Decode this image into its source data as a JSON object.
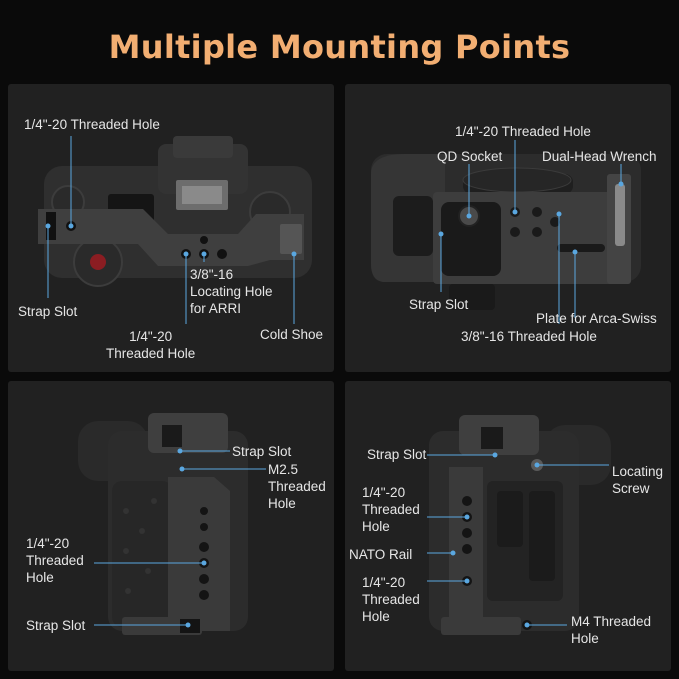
{
  "title": "Multiple Mounting Points",
  "colors": {
    "title": "#f2ae72",
    "panel": "#212121",
    "background": "#0a0a0a",
    "label": "#e6e6e6",
    "callout_line": "#5aa7e0",
    "callout_dot": "#5aa7e0"
  },
  "panels": {
    "top_view": {
      "threaded_hole_top": "1/4\"-20 Threaded Hole",
      "strap_slot": "Strap Slot",
      "threaded_hole_bottom_1": "1/4\"-20",
      "threaded_hole_bottom_2": "Threaded Hole",
      "locating_1": "3/8\"-16",
      "locating_2": "Locating Hole",
      "locating_3": "for ARRI",
      "cold_shoe": "Cold Shoe"
    },
    "bottom_view": {
      "threaded_hole_top": "1/4\"-20 Threaded Hole",
      "qd_socket": "QD Socket",
      "wrench": "Dual-Head Wrench",
      "strap_slot": "Strap Slot",
      "arca_plate": "Plate for Arca-Swiss",
      "threaded_hole_38": "3/8\"-16 Threaded Hole"
    },
    "left_side": {
      "strap_slot_top": "Strap Slot",
      "m25_1": "M2.5",
      "m25_2": "Threaded",
      "m25_3": "Hole",
      "threaded_1": "1/4\"-20",
      "threaded_2": "Threaded",
      "threaded_3": "Hole",
      "strap_slot_bottom": "Strap Slot"
    },
    "right_side": {
      "strap_slot": "Strap Slot",
      "locating_1": "Locating",
      "locating_2": "Screw",
      "threaded_a1": "1/4\"-20",
      "threaded_a2": "Threaded",
      "threaded_a3": "Hole",
      "nato_rail": "NATO Rail",
      "threaded_b1": "1/4\"-20",
      "threaded_b2": "Threaded",
      "threaded_b3": "Hole",
      "m4_1": "M4 Threaded",
      "m4_2": "Hole"
    }
  }
}
